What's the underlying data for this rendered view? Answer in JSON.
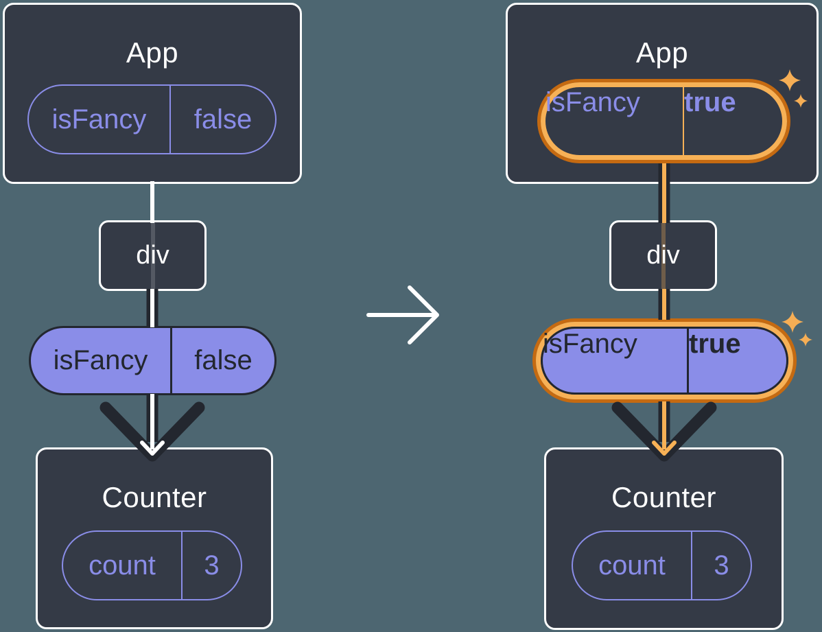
{
  "diagram": {
    "kind": "react-state-tree-transition",
    "transition_icon": "arrow-right-icon",
    "highlight_icon": "sparkle-icon"
  },
  "colors": {
    "background": "#4d6671",
    "card_bg": "#343a46",
    "card_border": "#ffffff",
    "purple": "#8a8de8",
    "dark_ink": "#23272f",
    "orange_dark": "#c56a11",
    "orange_light": "#f7b156",
    "sparkle": "#f6ae55"
  },
  "before": {
    "app": {
      "title": "App",
      "prop": {
        "name": "isFancy",
        "value": "false"
      }
    },
    "div_node": {
      "label": "div"
    },
    "passed_prop": {
      "name": "isFancy",
      "value": "false"
    },
    "counter": {
      "title": "Counter",
      "state": {
        "name": "count",
        "value": "3"
      }
    }
  },
  "after": {
    "app": {
      "title": "App",
      "prop": {
        "name": "isFancy",
        "value": "true"
      }
    },
    "div_node": {
      "label": "div"
    },
    "passed_prop": {
      "name": "isFancy",
      "value": "true"
    },
    "counter": {
      "title": "Counter",
      "state": {
        "name": "count",
        "value": "3"
      }
    }
  }
}
